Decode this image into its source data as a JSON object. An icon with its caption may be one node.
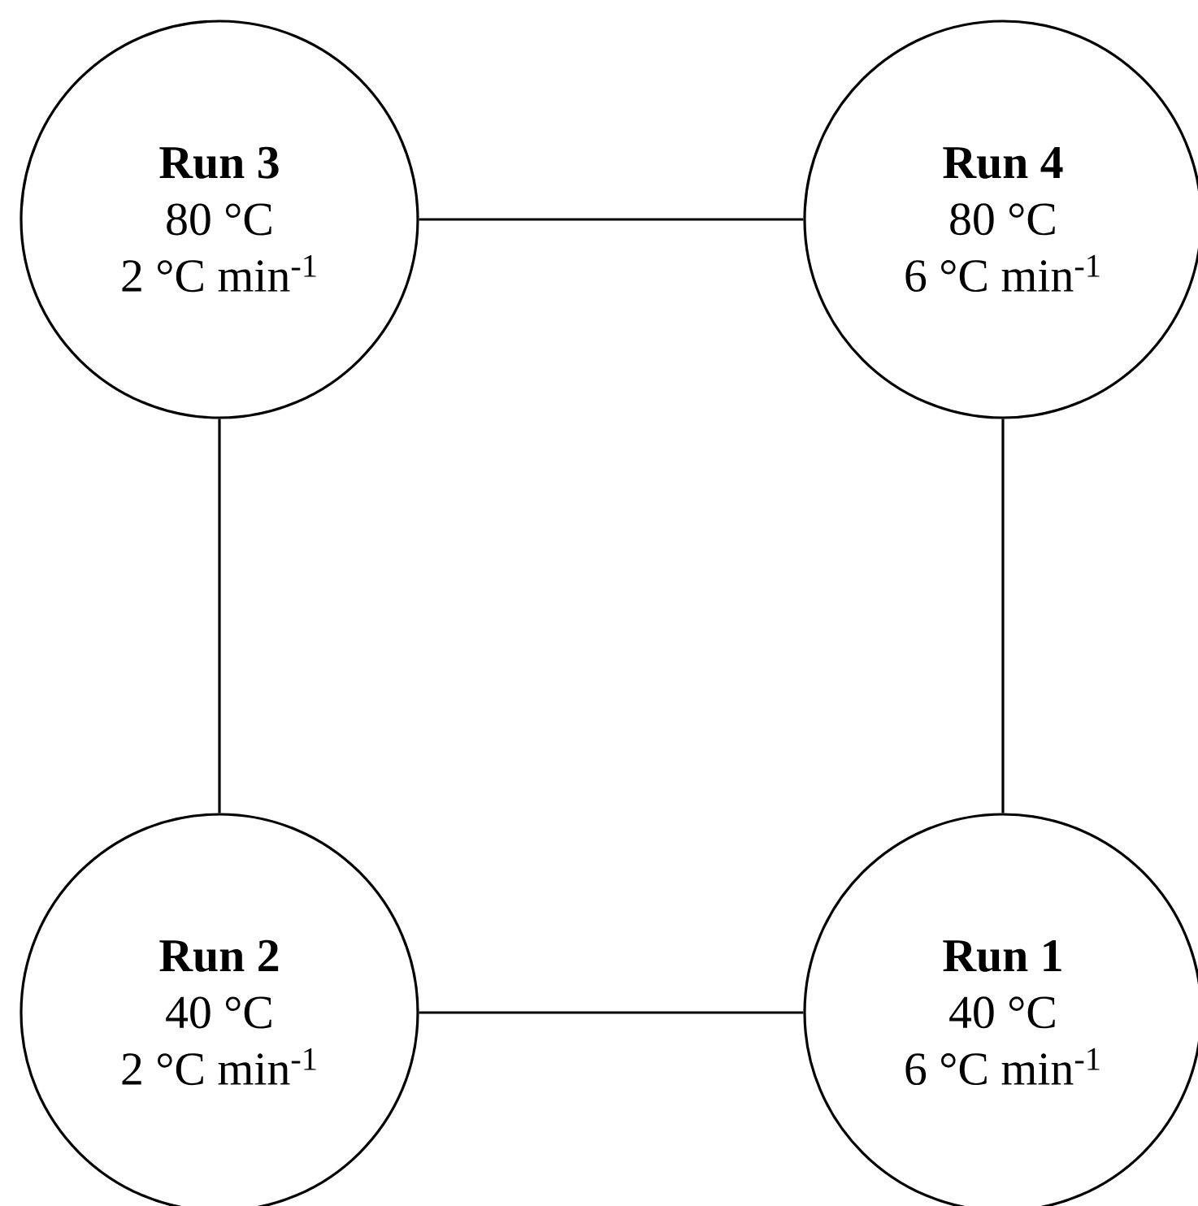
{
  "diagram": {
    "nodes": [
      {
        "text": [
          "Run 3",
          "80 °C",
          "2 °C min$^{-1}$"
        ]
      },
      {
        "text": [
          "Run 4",
          "80 °C",
          "6 °C min$^{-1}$"
        ]
      },
      {
        "text": [
          "Run 2",
          "40 °C",
          "2 °C min$^{-1}$"
        ]
      },
      {
        "text": [
          "Run 1",
          "40 °C",
          "6 °C min$^{-1}$"
        ]
      }
    ],
    "edges": [
      {
        "from": 0,
        "to": 1,
        "arrow": "none"
      },
      {
        "from": 0,
        "to": 2,
        "arrow": "none"
      },
      {
        "from": 1,
        "to": 3,
        "arrow": "none"
      },
      {
        "from": 2,
        "to": 3,
        "arrow": "none"
      }
    ]
  }
}
